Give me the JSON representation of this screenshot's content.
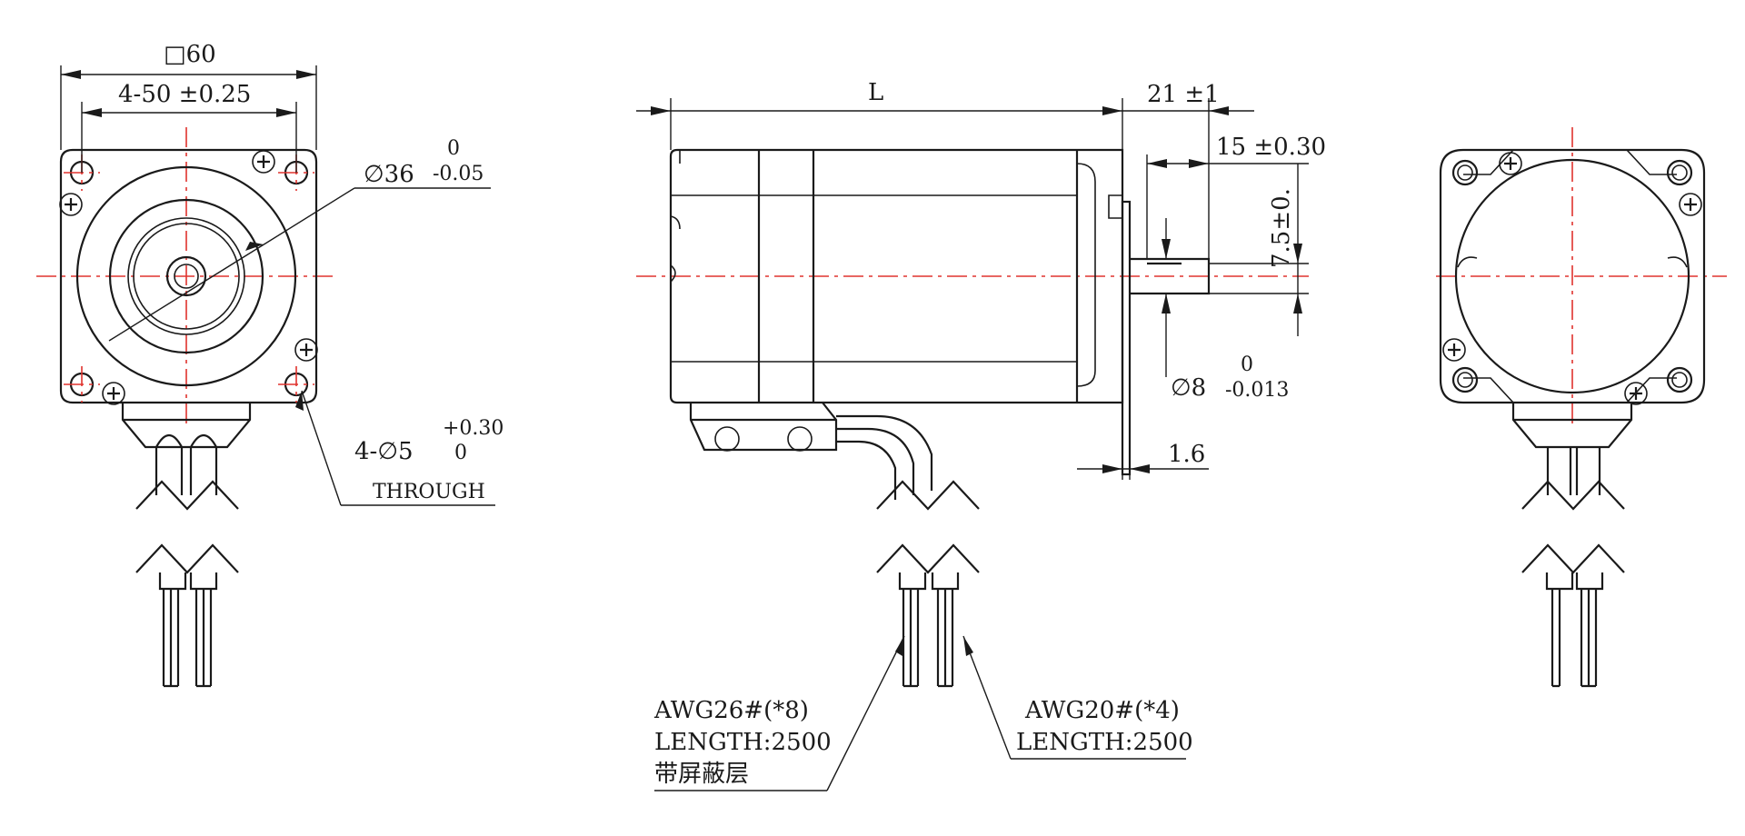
{
  "front_view": {
    "square_size": "□60",
    "hole_pitch": "4-50 ±0.25",
    "pilot_dia": "∅36",
    "pilot_tol_upper": "0",
    "pilot_tol_lower": "-0.05",
    "hole_dia_prefix": "4-∅5",
    "hole_tol_upper": "+0.30",
    "hole_tol_lower": "0",
    "hole_note": "THROUGH"
  },
  "side_view": {
    "length": "L",
    "shaft_length": "21 ±1",
    "flat_length": "15 ±0.30",
    "flat_depth": "7.5±0.",
    "shaft_dia": "∅8",
    "shaft_tol_upper": "0",
    "shaft_tol_lower": "-0.013",
    "flange_thickness": "1.6"
  },
  "wires": {
    "signal": {
      "gauge": "AWG26#(*8)",
      "length": "LENGTH:2500",
      "note": "带屏蔽层"
    },
    "power": {
      "gauge": "AWG20#(*4)",
      "length": "LENGTH:2500"
    }
  },
  "colors": {
    "line": "#1a1a1a",
    "centerline": "#e0332e"
  }
}
